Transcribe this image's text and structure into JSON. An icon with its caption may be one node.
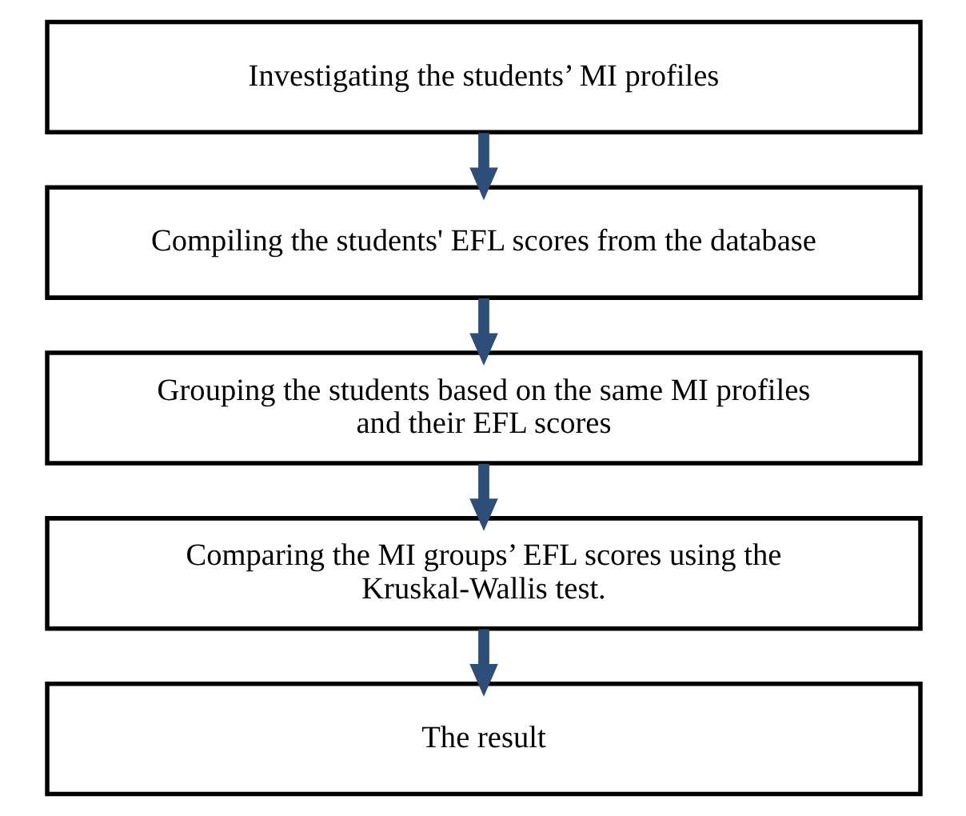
{
  "diagram": {
    "nodes": [
      {
        "text": [
          "Investigating the students’ MI profiles"
        ]
      },
      {
        "text": [
          "Compiling the students' EFL scores from the database"
        ]
      },
      {
        "text": [
          "Grouping the students based on the same MI profiles and their EFL scores"
        ]
      },
      {
        "text": [
          "Comparing the MI groups’ EFL scores using the Kruskal-Wallis test."
        ]
      },
      {
        "text": [
          "The result"
        ]
      }
    ],
    "edges": [
      {
        "from": 0,
        "to": 1,
        "arrow": "to"
      },
      {
        "from": 1,
        "to": 2,
        "arrow": "to"
      },
      {
        "from": 2,
        "to": 3,
        "arrow": "to"
      },
      {
        "from": 3,
        "to": 4,
        "arrow": "to"
      }
    ]
  }
}
